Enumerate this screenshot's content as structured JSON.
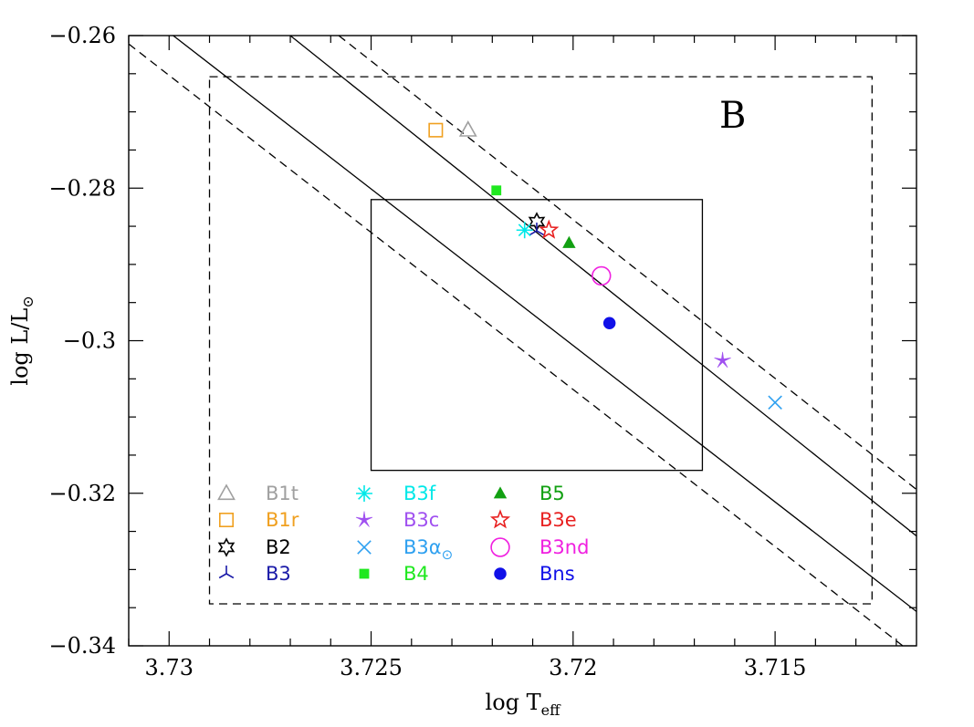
{
  "chart_data": {
    "type": "scatter",
    "panel_label": "B",
    "xlabel": "log T_eff",
    "ylabel": "log L/L_⊙",
    "xlim": [
      3.731,
      3.7115
    ],
    "ylim": [
      -0.34,
      -0.26
    ],
    "x_ticks": [
      3.73,
      3.725,
      3.72,
      3.715
    ],
    "x_tick_labels": [
      "3.73",
      "3.725",
      "3.72",
      "3.715"
    ],
    "y_ticks": [
      -0.26,
      -0.28,
      -0.3,
      -0.32,
      -0.34
    ],
    "y_tick_labels": [
      "−0.26",
      "−0.28",
      "−0.3",
      "−0.32",
      "−0.34"
    ],
    "grid": false,
    "legend_position": "bottom-left",
    "series": [
      {
        "name": "B1t",
        "marker": "triangle-open",
        "color": "#a0a0a0",
        "x": 3.7226,
        "y": -0.2724
      },
      {
        "name": "B1r",
        "marker": "square-open",
        "color": "#f0a020",
        "x": 3.7234,
        "y": -0.2724
      },
      {
        "name": "B2",
        "marker": "star6-open",
        "color": "#000000",
        "x": 3.7209,
        "y": -0.2844
      },
      {
        "name": "B3",
        "marker": "tripod",
        "color": "#1a1aa8",
        "x": 3.7209,
        "y": -0.2856
      },
      {
        "name": "B3f",
        "marker": "asterisk",
        "color": "#00e8e8",
        "x": 3.7212,
        "y": -0.2855
      },
      {
        "name": "B3c",
        "marker": "star-filled-thin",
        "color": "#a050f0",
        "x": 3.7163,
        "y": -0.3026
      },
      {
        "name": "B3α⊙",
        "marker": "cross",
        "color": "#2ea0f0",
        "x": 3.715,
        "y": -0.3081
      },
      {
        "name": "B4",
        "marker": "square-filled",
        "color": "#1fe81f",
        "x": 3.7219,
        "y": -0.2803
      },
      {
        "name": "B5",
        "marker": "triangle-filled",
        "color": "#12a012",
        "x": 3.7201,
        "y": -0.2872
      },
      {
        "name": "B3e",
        "marker": "star-open",
        "color": "#e82020",
        "x": 3.7206,
        "y": -0.2855
      },
      {
        "name": "B3nd",
        "marker": "circle-open",
        "color": "#f020e0",
        "x": 3.7193,
        "y": -0.2915
      },
      {
        "name": "Bns",
        "marker": "circle-filled",
        "color": "#1010e8",
        "x": 3.7191,
        "y": -0.2977
      }
    ],
    "lines": [
      {
        "style": "solid",
        "points": [
          [
            3.7299,
            -0.26
          ],
          [
            3.7115,
            -0.3355
          ]
        ]
      },
      {
        "style": "solid",
        "points": [
          [
            3.727,
            -0.26
          ],
          [
            3.7115,
            -0.3256
          ]
        ]
      },
      {
        "style": "dashed",
        "points": [
          [
            3.731,
            -0.2611
          ],
          [
            3.7115,
            -0.3414
          ]
        ]
      },
      {
        "style": "dashed",
        "points": [
          [
            3.7258,
            -0.26
          ],
          [
            3.7115,
            -0.3195
          ]
        ]
      }
    ],
    "boxes": [
      {
        "style": "solid",
        "x": [
          3.725,
          3.7168
        ],
        "y": [
          -0.2815,
          -0.317
        ]
      },
      {
        "style": "dashed",
        "x": [
          3.729,
          3.7126
        ],
        "y": [
          -0.2654,
          -0.3345
        ]
      }
    ],
    "legend_columns": [
      [
        "B1t",
        "B1r",
        "B2",
        "B3"
      ],
      [
        "B3f",
        "B3c",
        "B3α⊙",
        "B4"
      ],
      [
        "B5",
        "B3e",
        "B3nd",
        "Bns"
      ]
    ]
  }
}
